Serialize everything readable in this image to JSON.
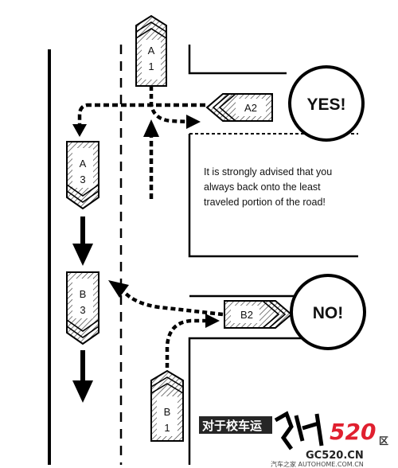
{
  "vehicles": {
    "a1": "A\n1",
    "a2": "A2",
    "a3": "A\n3",
    "b1": "B\n1",
    "b2": "B2",
    "b3": "B\n3"
  },
  "bubbles": {
    "yes": "YES!",
    "no": "NO!"
  },
  "tip": "It is strongly advised that you always back onto the least traveled portion of the road!",
  "watermark": {
    "caption": "对于校车运",
    "logo_number": "520",
    "logo_suffix": "区",
    "site": "GC520.CN",
    "credit": "汽车之家 AUTOHOME.COM.CN",
    "accent_color": "#e0202f"
  }
}
